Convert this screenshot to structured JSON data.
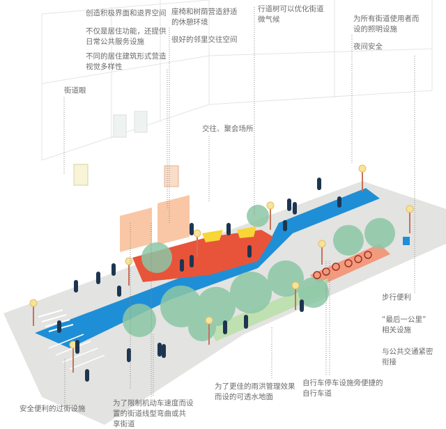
{
  "title": "街道设计要素示意图",
  "colors": {
    "ground": "#e3e3e1",
    "bike_lane": "#1e8fd6",
    "plaza": "#e8543a",
    "tree": "#8cc7a6",
    "figure": "#1d3550",
    "lamp": "#f7e39a"
  },
  "labels": {
    "active_frontage": [
      "创造积极界面和退界空间"
    ],
    "public_services": [
      "不仅是居住功能，还提供",
      "日常公共服务设施"
    ],
    "visual_diversity": [
      "不同的居住建筑形式营造",
      "视觉多样性"
    ],
    "seating_shade": [
      "座椅和树荫营造舒适",
      "的休憩环境"
    ],
    "neighborhood": [
      "很好的邻里交往空间"
    ],
    "street_trees": [
      "行道树可以优化街道",
      "微气候"
    ],
    "lighting": [
      "为所有街道使用者而",
      "设的照明设施"
    ],
    "night_safety": [
      "夜间安全"
    ],
    "eyes_on_street": [
      "街道眼"
    ],
    "gathering": [
      "交往、聚会场所"
    ],
    "walkability": [
      "步行便利"
    ],
    "last_mile": [
      "“最后一公里”",
      "相关设施"
    ],
    "transit_link": [
      "与公共交通紧密",
      "衔接"
    ],
    "bike_lane": [
      "自行车停车设施旁便捷的",
      "自行车道"
    ],
    "permeable": [
      "为了更佳的雨洪管理效果",
      "而设的可透水地面"
    ],
    "crossing": [
      "安全便利的过街设施"
    ],
    "traffic_calming": [
      "为了限制机动车速度而设",
      "置的街道线型弯曲或共",
      "享街道"
    ]
  }
}
